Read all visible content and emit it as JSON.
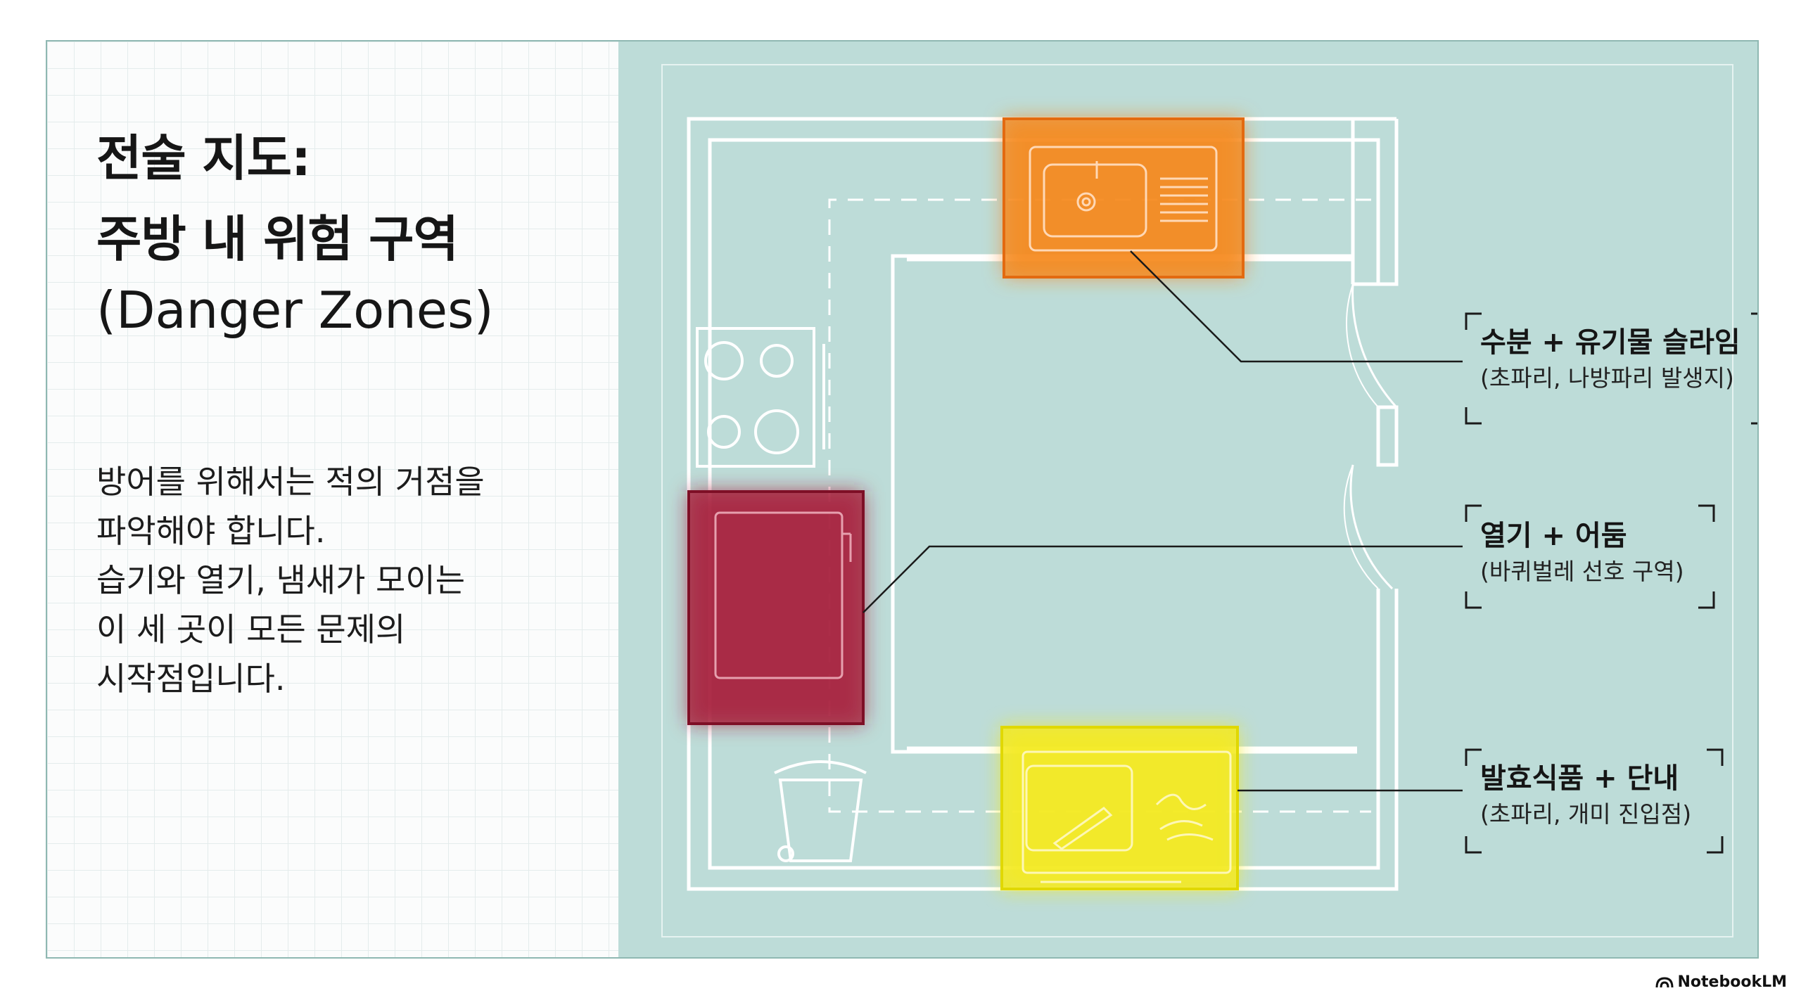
{
  "title": {
    "line1": "전술 지도:",
    "line2": "주방 내 위험 구역",
    "line3": "(Danger Zones)"
  },
  "description": [
    "방어를 위해서는 적의 거점을",
    "파악해야 합니다.",
    "습기와 열기, 냄새가 모이는",
    "이 세 곳이 모든 문제의",
    "시작점입니다."
  ],
  "zones": [
    {
      "title": "수분 + 유기물 슬라임",
      "subtitle": "(초파리, 나방파리 발생지)",
      "color": "#f58a1f"
    },
    {
      "title": "열기 + 어둠",
      "subtitle": "(바퀴벌레 선호 구역)",
      "color": "#b01e3c"
    },
    {
      "title": "발효식품 + 단내",
      "subtitle": "(초파리, 개미 진입점)",
      "color": "#f4ea22"
    }
  ],
  "brand": {
    "name": "NotebookLM",
    "icon": "notebooklm-logo-icon"
  },
  "colors": {
    "plan_bg": "#bddcd8",
    "plan_line": "#ffffff",
    "callout_line": "#1a1a1a"
  }
}
